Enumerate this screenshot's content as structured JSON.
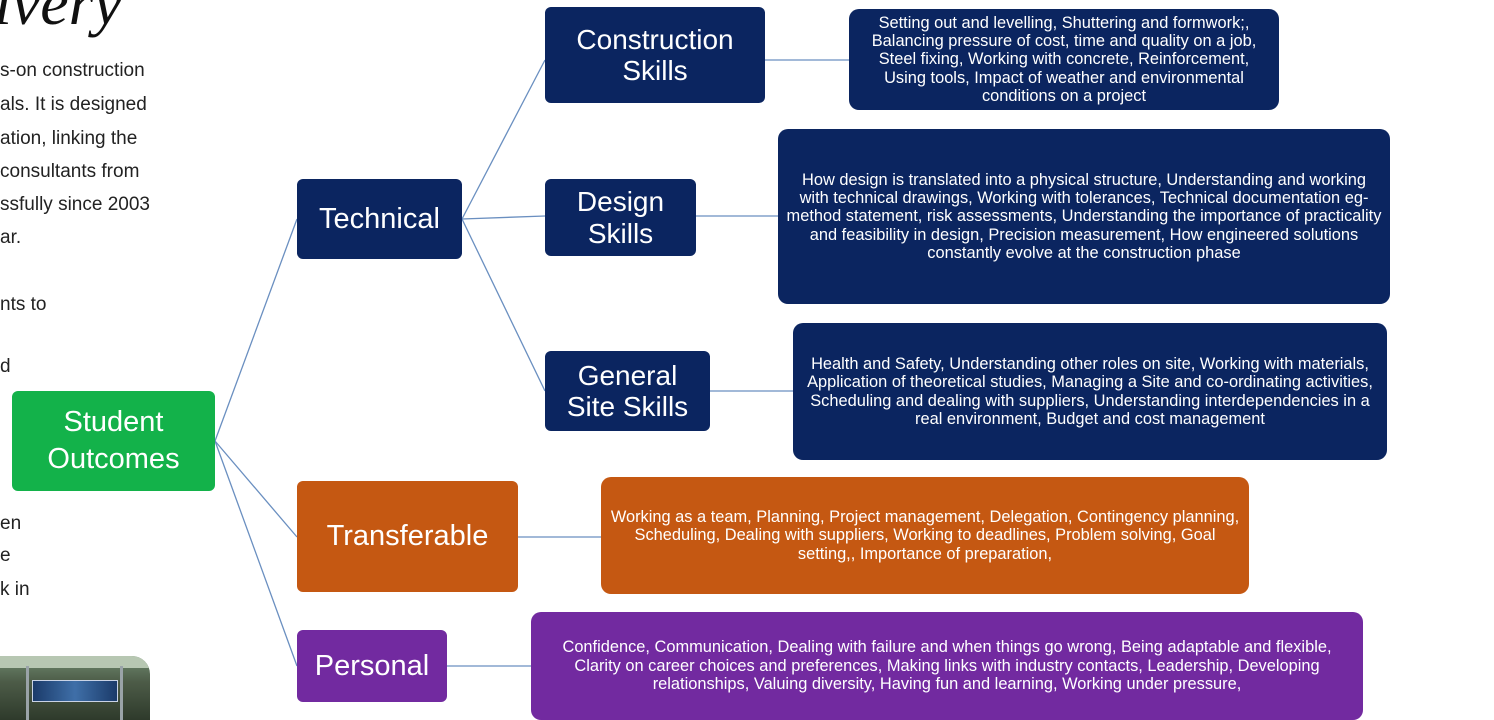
{
  "background_text": {
    "title_fragment": "ivery",
    "lines": [
      "s-on construction",
      "als. It is designed",
      "ation, linking the",
      " consultants from",
      "ssfully since 2003",
      "ar.",
      "nts to",
      "d",
      "en",
      "e",
      "k in"
    ]
  },
  "root": {
    "label": "Student Outcomes"
  },
  "categories": [
    {
      "label": "Technical",
      "color": "#0b2560"
    },
    {
      "label": "Transferable",
      "color": "#c55812"
    },
    {
      "label": "Personal",
      "color": "#722aa0"
    }
  ],
  "technical_children": [
    {
      "label": "Construction Skills",
      "detail": "Setting out and levelling, Shuttering and formwork;, Balancing pressure of cost, time and quality on a job,  Steel fixing, Working with concrete, Reinforcement, Using tools, Impact of weather and environmental conditions on a project"
    },
    {
      "label": "Design Skills",
      "detail": "How design is translated into a physical structure, Understanding and working with technical drawings, Working with tolerances, Technical documentation eg- method statement, risk assessments, Understanding the importance of practicality and feasibility in design, Precision measurement, How engineered solutions constantly evolve at the construction phase"
    },
    {
      "label": "General Site Skills",
      "detail": "Health and Safety, Understanding other roles on site, Working with materials, Application of theoretical studies, Managing a Site and co-ordinating activities, Scheduling and dealing with suppliers, Understanding interdependencies in a real environment, Budget and cost management"
    }
  ],
  "transferable_detail": "Working as a team, Planning,  Project management,  Delegation, Contingency planning, Scheduling, Dealing with suppliers, Working to deadlines, Problem solving, Goal setting,, Importance of preparation,",
  "personal_detail": "Confidence, Communication, Dealing with failure and when things go wrong, Being adaptable and flexible, Clarity on career choices and preferences, Making links with industry contacts, Leadership, Developing relationships,  Valuing diversity, Having fun and learning, Working under pressure,",
  "colors": {
    "root": "#13b24a",
    "connector": "#6a8fc0"
  }
}
